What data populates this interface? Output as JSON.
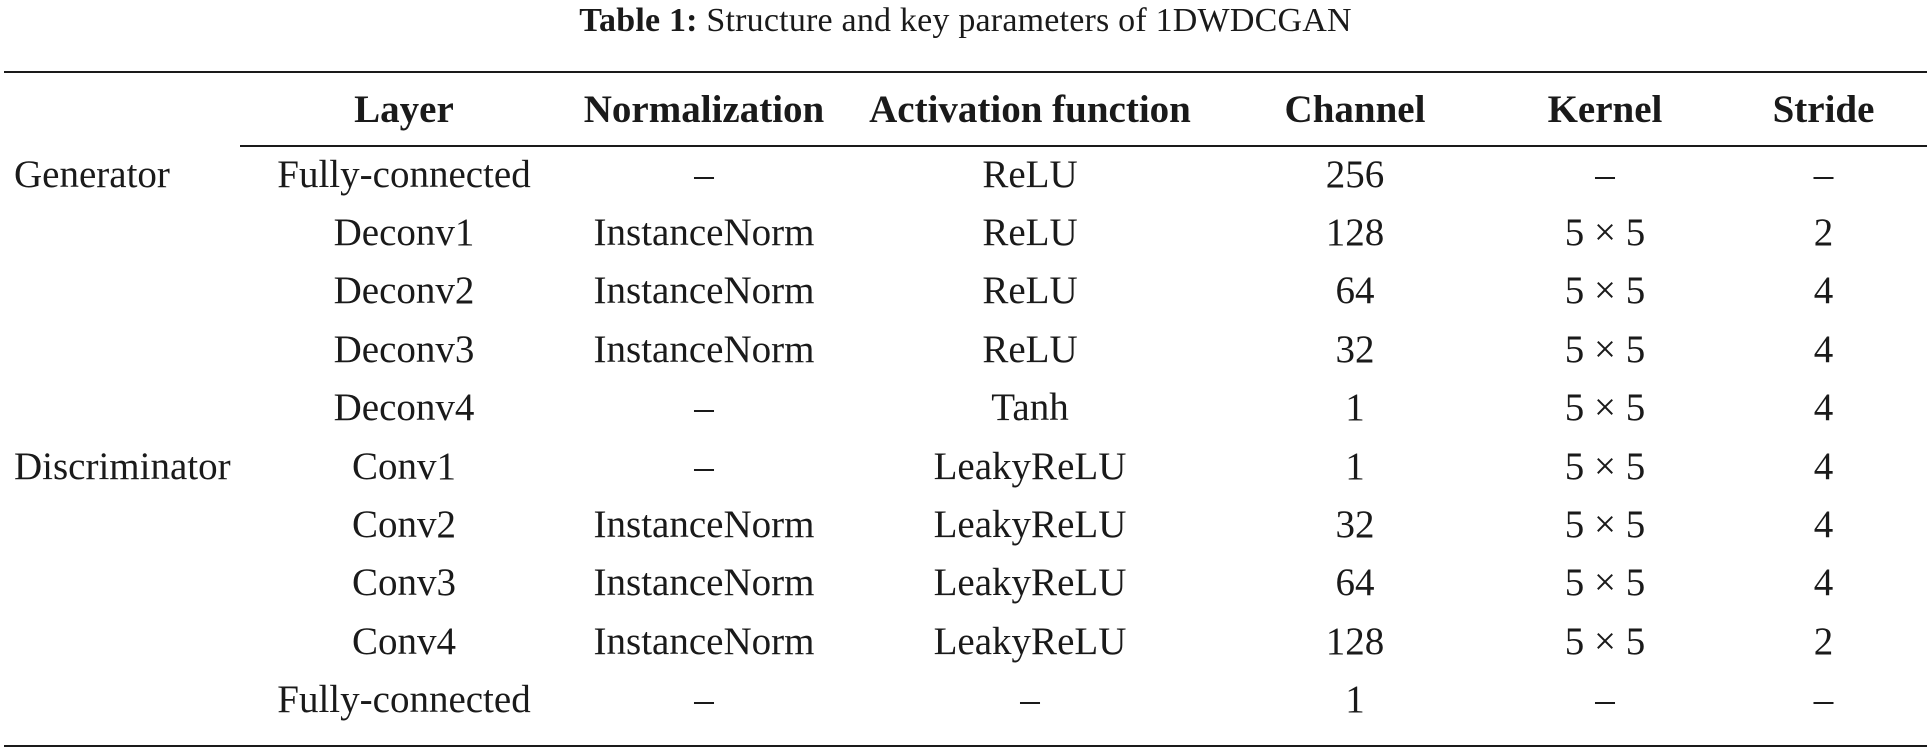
{
  "caption": {
    "label": "Table 1:",
    "text": "Structure and key parameters of 1DWDCGAN"
  },
  "table": {
    "headers": [
      "",
      "Layer",
      "Normalization",
      "Activation function",
      "Channel",
      "Kernel",
      "Stride"
    ],
    "rows": [
      {
        "group": "Generator",
        "layer": "Fully-connected",
        "norm": "–",
        "act": "ReLU",
        "channel": "256",
        "kernel": "–",
        "stride": "–"
      },
      {
        "group": "",
        "layer": "Deconv1",
        "norm": "InstanceNorm",
        "act": "ReLU",
        "channel": "128",
        "kernel": "5 × 5",
        "stride": "2"
      },
      {
        "group": "",
        "layer": "Deconv2",
        "norm": "InstanceNorm",
        "act": "ReLU",
        "channel": "64",
        "kernel": "5 × 5",
        "stride": "4"
      },
      {
        "group": "",
        "layer": "Deconv3",
        "norm": "InstanceNorm",
        "act": "ReLU",
        "channel": "32",
        "kernel": "5 × 5",
        "stride": "4"
      },
      {
        "group": "",
        "layer": "Deconv4",
        "norm": "–",
        "act": "Tanh",
        "channel": "1",
        "kernel": "5 × 5",
        "stride": "4"
      },
      {
        "group": "Discriminator",
        "layer": "Conv1",
        "norm": "–",
        "act": "LeakyReLU",
        "channel": "1",
        "kernel": "5 × 5",
        "stride": "4"
      },
      {
        "group": "",
        "layer": "Conv2",
        "norm": "InstanceNorm",
        "act": "LeakyReLU",
        "channel": "32",
        "kernel": "5 × 5",
        "stride": "4"
      },
      {
        "group": "",
        "layer": "Conv3",
        "norm": "InstanceNorm",
        "act": "LeakyReLU",
        "channel": "64",
        "kernel": "5 × 5",
        "stride": "4"
      },
      {
        "group": "",
        "layer": "Conv4",
        "norm": "InstanceNorm",
        "act": "LeakyReLU",
        "channel": "128",
        "kernel": "5 × 5",
        "stride": "2"
      },
      {
        "group": "",
        "layer": "Fully-connected",
        "norm": "–",
        "act": "–",
        "channel": "1",
        "kernel": "–",
        "stride": "–"
      }
    ]
  }
}
